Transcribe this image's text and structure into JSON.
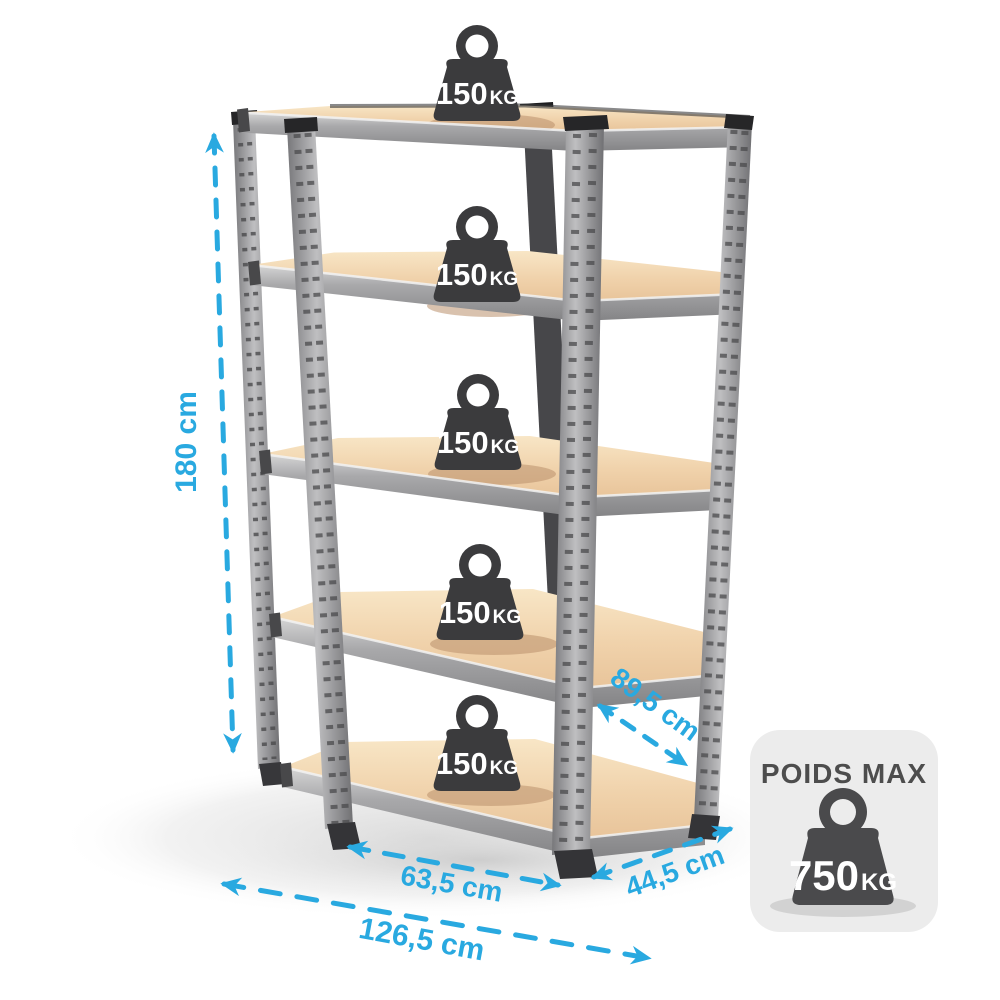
{
  "illustration": {
    "shelf_levels": [
      {
        "capacity_value": "150",
        "capacity_unit": "KG"
      },
      {
        "capacity_value": "150",
        "capacity_unit": "KG"
      },
      {
        "capacity_value": "150",
        "capacity_unit": "KG"
      },
      {
        "capacity_value": "150",
        "capacity_unit": "KG"
      },
      {
        "capacity_value": "150",
        "capacity_unit": "KG"
      }
    ],
    "max_weight_badge": {
      "title": "POIDS MAX",
      "capacity_value": "750",
      "capacity_unit": "KG"
    },
    "dimensions": {
      "height": "180 cm",
      "depth": "89,5 cm",
      "front_width": "63,5 cm",
      "side_width": "44,5 cm",
      "total_width": "126,5 cm"
    },
    "colors": {
      "accent_cyan": "#29A9E0",
      "weight_dark": "#3B3B3D",
      "wood": "#F0D2AB",
      "steel": "#A9A9AB",
      "badge_background": "#ECECEC",
      "badge_text": "#4D4D4D"
    }
  }
}
